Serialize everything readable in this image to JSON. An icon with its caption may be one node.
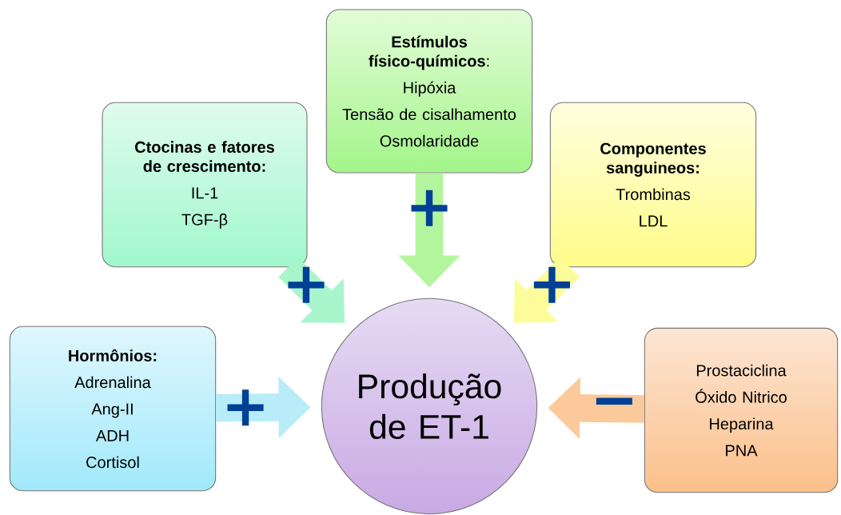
{
  "diagram": {
    "nodes": [
      {
        "text": [
          "Produção de ET-1"
        ]
      },
      {
        "text": [
          "**Estímulos físico-químicos**:",
          "Hipóxia",
          "Tensão de cisalhamento",
          "Osmolaridade"
        ]
      },
      {
        "text": [
          "Ctocinas e fatores de crescimento:",
          "IL-1",
          "TGF-β"
        ]
      },
      {
        "text": [
          "Componentes sanguineos:",
          "Trombinas",
          "LDL"
        ]
      },
      {
        "text": [
          "Hormônios:",
          "Adrenalina",
          "Ang-II",
          "ADH",
          "Cortisol"
        ]
      },
      {
        "text": [
          "Prostaciclina",
          "Óxido Nitrico",
          "Heparina",
          "PNA"
        ]
      }
    ],
    "edges": [
      {
        "from": 2,
        "to": 0,
        "arrow": "to",
        "label": "+",
        "color": "#a8f5cc"
      },
      {
        "from": 1,
        "to": 0,
        "arrow": "to",
        "label": "+",
        "color": "#b3f59c"
      },
      {
        "from": 3,
        "to": 0,
        "arrow": "to",
        "label": "+",
        "color": "#fdfc9a"
      },
      {
        "from": 4,
        "to": 0,
        "arrow": "to",
        "label": "+",
        "color": "#b8ecf8"
      },
      {
        "from": 5,
        "to": 0,
        "arrow": "to",
        "label": "−",
        "color": "#fcc99a"
      }
    ]
  }
}
